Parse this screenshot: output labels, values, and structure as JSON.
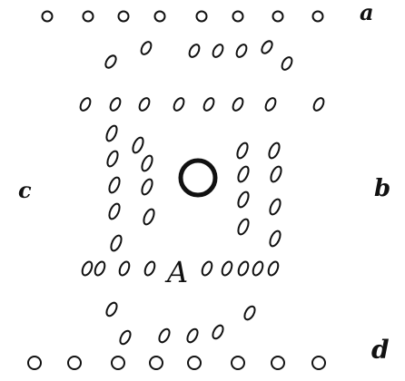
{
  "figure": {
    "labels": {
      "a": "a",
      "b": "b",
      "c": "c",
      "d": "d",
      "center": "A"
    },
    "ink_color": "#111111",
    "background_color": "#ffffff"
  }
}
